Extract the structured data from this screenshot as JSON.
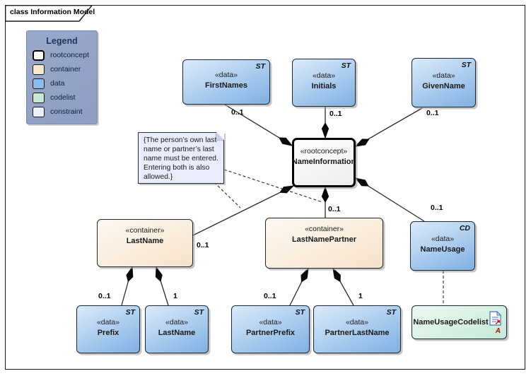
{
  "frame": {
    "title": "class Information Model"
  },
  "legend": {
    "title": "Legend",
    "items": [
      {
        "label": "rootconcept",
        "color": "#ffffff"
      },
      {
        "label": "container",
        "color": "#f8e6d0"
      },
      {
        "label": "data",
        "color": "#8abced"
      },
      {
        "label": "codelist",
        "color": "#c4e9d4"
      },
      {
        "label": "constraint",
        "color": "#edeffc"
      }
    ]
  },
  "nodes": {
    "firstNames": {
      "stereotype": "«data»",
      "name": "FirstNames",
      "marker": "ST"
    },
    "initials": {
      "stereotype": "«data»",
      "name": "Initials",
      "marker": "ST"
    },
    "givenName": {
      "stereotype": "«data»",
      "name": "GivenName",
      "marker": "ST"
    },
    "nameInformation": {
      "stereotype": "«rootconcept»",
      "name": "NameInformation"
    },
    "lastNameContainer": {
      "stereotype": "«container»",
      "name": "LastName"
    },
    "lastNamePartner": {
      "stereotype": "«container»",
      "name": "LastNamePartner"
    },
    "nameUsage": {
      "stereotype": "«data»",
      "name": "NameUsage",
      "marker": "CD"
    },
    "prefix": {
      "stereotype": "«data»",
      "name": "Prefix",
      "marker": "ST"
    },
    "lastNameData": {
      "stereotype": "«data»",
      "name": "LastName",
      "marker": "ST"
    },
    "partnerPrefix": {
      "stereotype": "«data»",
      "name": "PartnerPrefix",
      "marker": "ST"
    },
    "partnerLastName": {
      "stereotype": "«data»",
      "name": "PartnerLastName",
      "marker": "ST"
    },
    "nameUsageCodelist": {
      "name": "NameUsageCodelist",
      "letter": "A"
    }
  },
  "note": {
    "text": "{The person’s own last name or partner’s last name must be entered. Entering both is also allowed.}"
  },
  "multiplicities": {
    "firstNames": "0..1",
    "initials": "0..1",
    "givenName": "0..1",
    "nameUsage": "0..1",
    "lastName": "0..1",
    "lastNamePartner": "0..1",
    "prefix": "0..1",
    "lastNameData": "1",
    "partnerPrefix": "0..1",
    "partnerLastName": "1"
  },
  "colors": {
    "data_fill": "#7fafe2",
    "container_fill": "#f6e2c9",
    "codelist_fill": "#c7ead7",
    "constraint_fill": "#e9edfb",
    "legend_bg": "#93a2c6",
    "marker_red": "#c00000",
    "line": "#2a2a2a"
  }
}
